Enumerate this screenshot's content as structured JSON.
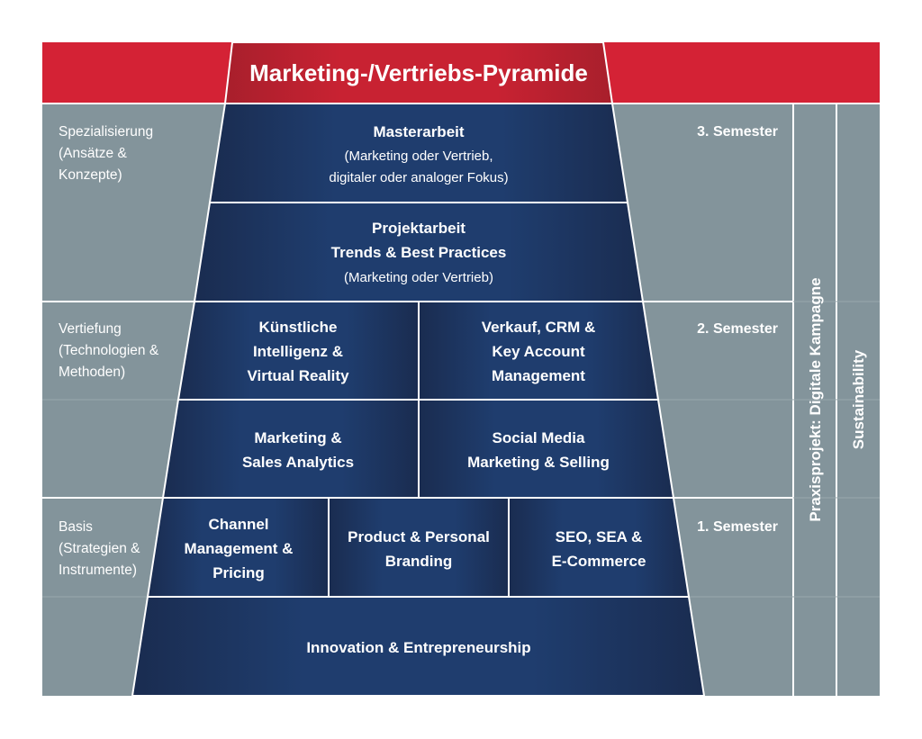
{
  "title": "Marketing-/Vertriebs-Pyramide",
  "left_labels": [
    {
      "lines": [
        "Spezialisierung",
        "(Ansätze &",
        "Konzepte)"
      ]
    },
    {
      "lines": [
        "Vertiefung",
        "(Technologien &",
        "Methoden)"
      ]
    },
    {
      "lines": [
        "Basis",
        "(Strategien &",
        "Instrumente)"
      ]
    }
  ],
  "semesters": [
    "3. Semester",
    "2. Semester",
    "1. Semester"
  ],
  "side_columns": [
    "Praxisprojekt: Digitale Kampagne",
    "Sustainability"
  ],
  "blocks": {
    "masterarbeit": {
      "title": "Masterarbeit",
      "sub": [
        "(Marketing oder Vertrieb,",
        "digitaler oder analoger Fokus)"
      ]
    },
    "projektarbeit": {
      "title": [
        "Projektarbeit",
        "Trends & Best Practices"
      ],
      "sub": "(Marketing oder Vertrieb)"
    },
    "ki": [
      "Künstliche",
      "Intelligenz &",
      "Virtual Reality"
    ],
    "verkauf": [
      "Verkauf, CRM &",
      "Key Account",
      "Management"
    ],
    "analytics": [
      "Marketing &",
      "Sales Analytics"
    ],
    "social": [
      "Social Media",
      "Marketing & Selling"
    ],
    "channel": [
      "Channel",
      "Management &",
      "Pricing"
    ],
    "branding": [
      "Product & Personal",
      "Branding"
    ],
    "seo": [
      "SEO, SEA &",
      "E-Commerce"
    ],
    "innovation": "Innovation & Entrepreneurship"
  },
  "colors": {
    "red": "#d42235",
    "gray": "#83949b",
    "navy": "#1f3d6e",
    "navy_dark": "#1a2c50"
  }
}
